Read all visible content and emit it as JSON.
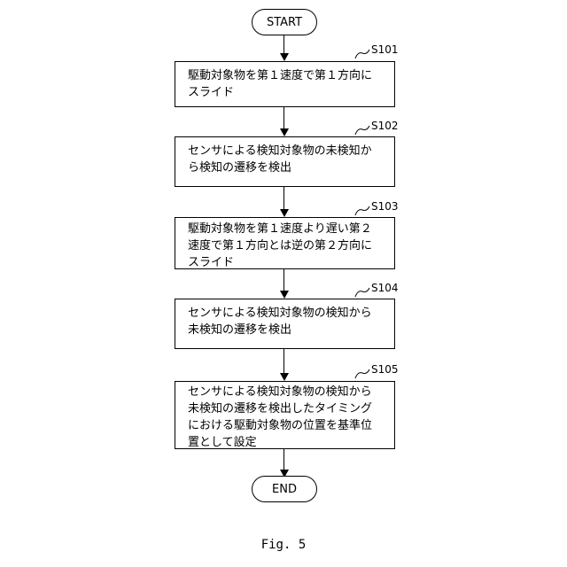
{
  "flowchart": {
    "start_label": "START",
    "end_label": "END",
    "steps": [
      {
        "id": "S101",
        "lines": [
          "駆動対象物を第１速度で第１方向に",
          "スライド"
        ]
      },
      {
        "id": "S102",
        "lines": [
          "センサによる検知対象物の未検知か",
          "ら検知の遷移を検出"
        ]
      },
      {
        "id": "S103",
        "lines": [
          "駆動対象物を第１速度より遅い第２",
          "速度で第１方向とは逆の第２方向に",
          "スライド"
        ]
      },
      {
        "id": "S104",
        "lines": [
          "センサによる検知対象物の検知から",
          "未検知の遷移を検出"
        ]
      },
      {
        "id": "S105",
        "lines": [
          "センサによる検知対象物の検知から",
          "未検知の遷移を検出したタイミング",
          "における駆動対象物の位置を基準位",
          "置として設定"
        ]
      }
    ]
  },
  "caption": "Fig. 5"
}
